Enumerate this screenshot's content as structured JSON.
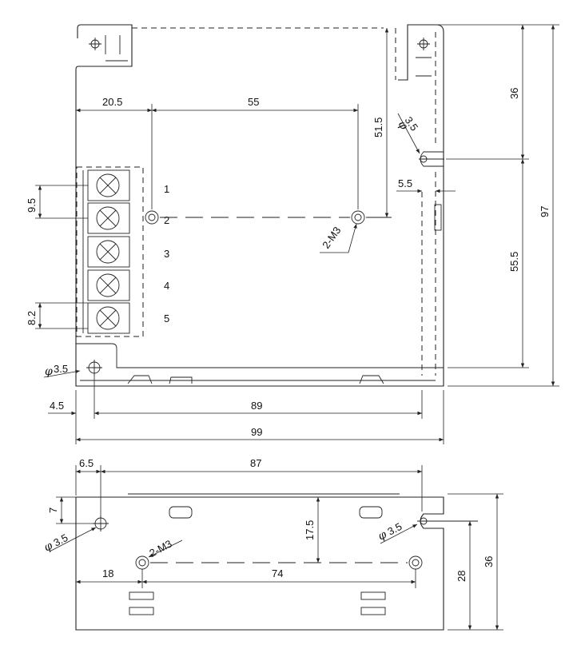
{
  "top_view": {
    "dims": {
      "w20_5": "20.5",
      "w55": "55",
      "h51_5": "51.5",
      "h36": "36",
      "h97": "97",
      "h55_5": "55.5",
      "w5_5": "5.5",
      "h9_5": "9.5",
      "h8_2": "8.2",
      "w4_5": "4.5",
      "w89": "89",
      "w99": "99"
    },
    "hole_top_right": {
      "sym": "φ",
      "val": "3.5"
    },
    "hole_bottom_left": {
      "sym": "φ",
      "val": "3.5"
    },
    "screw_label": "2-M3",
    "terminals": [
      "1",
      "2",
      "3",
      "4",
      "5"
    ]
  },
  "side_view": {
    "dims": {
      "w6_5": "6.5",
      "w87": "87",
      "h7": "7",
      "h17_5": "17.5",
      "w18": "18",
      "w74": "74",
      "h28": "28",
      "h36": "36"
    },
    "hole_left": {
      "sym": "φ",
      "val": "3.5"
    },
    "hole_right": {
      "sym": "φ",
      "val": "3.5"
    },
    "screw_label": "2-M3"
  }
}
